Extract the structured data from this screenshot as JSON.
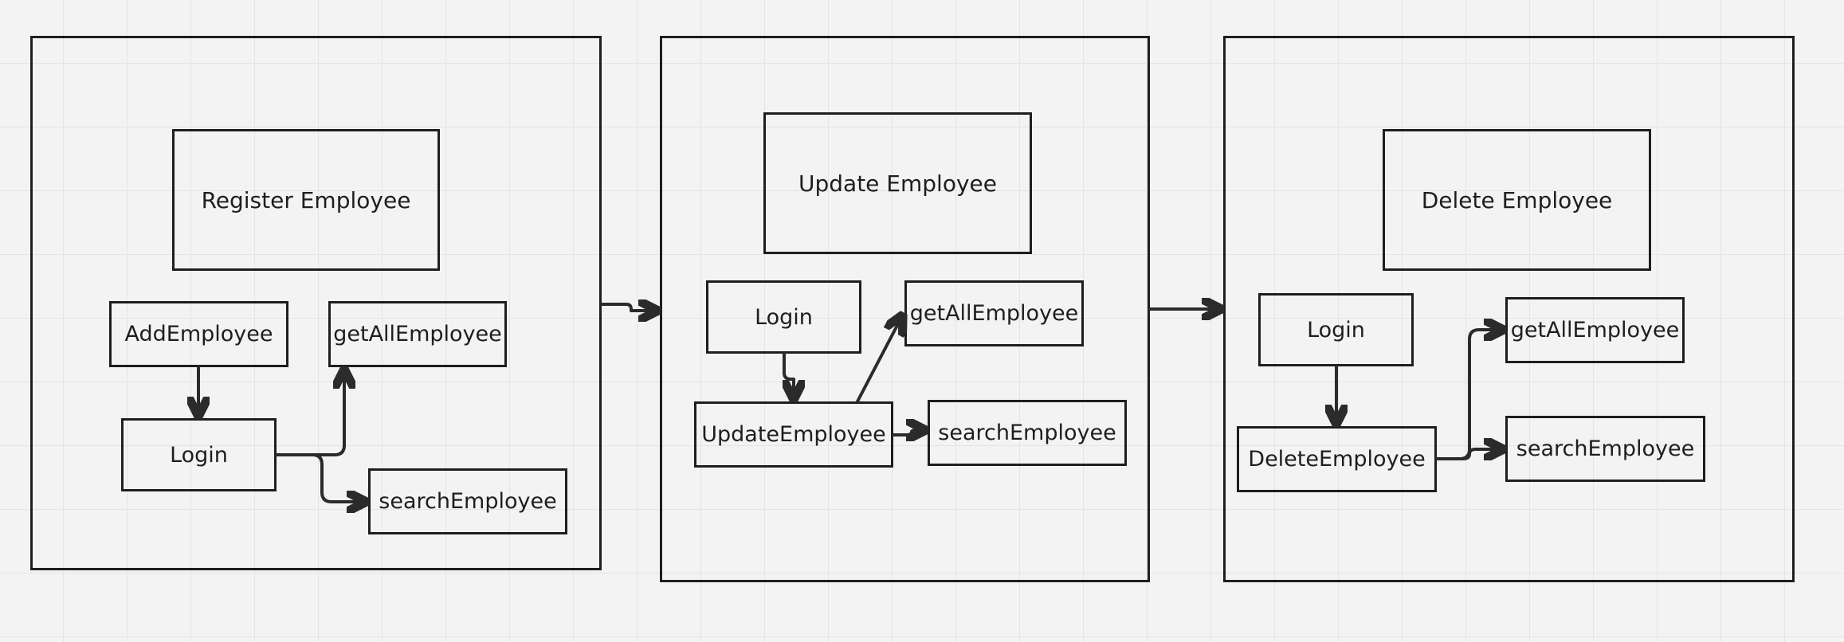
{
  "stroke_color": "#1e1e1e",
  "canvas_bg": "#f3f3f3",
  "grid_color": "#e4e4e4",
  "register": {
    "title": "Register Employee",
    "add_employee": "AddEmployee",
    "get_all_employee": "getAllEmployee",
    "login": "Login",
    "search_employee": "searchEmployee"
  },
  "update": {
    "title": "Update Employee",
    "login": "Login",
    "get_all_employee": "getAllEmployee",
    "update_employee": "UpdateEmployee",
    "search_employee": "searchEmployee"
  },
  "delete": {
    "title": "Delete Employee",
    "login": "Login",
    "get_all_employee": "getAllEmployee",
    "delete_employee": "DeleteEmployee",
    "search_employee": "searchEmployee"
  }
}
